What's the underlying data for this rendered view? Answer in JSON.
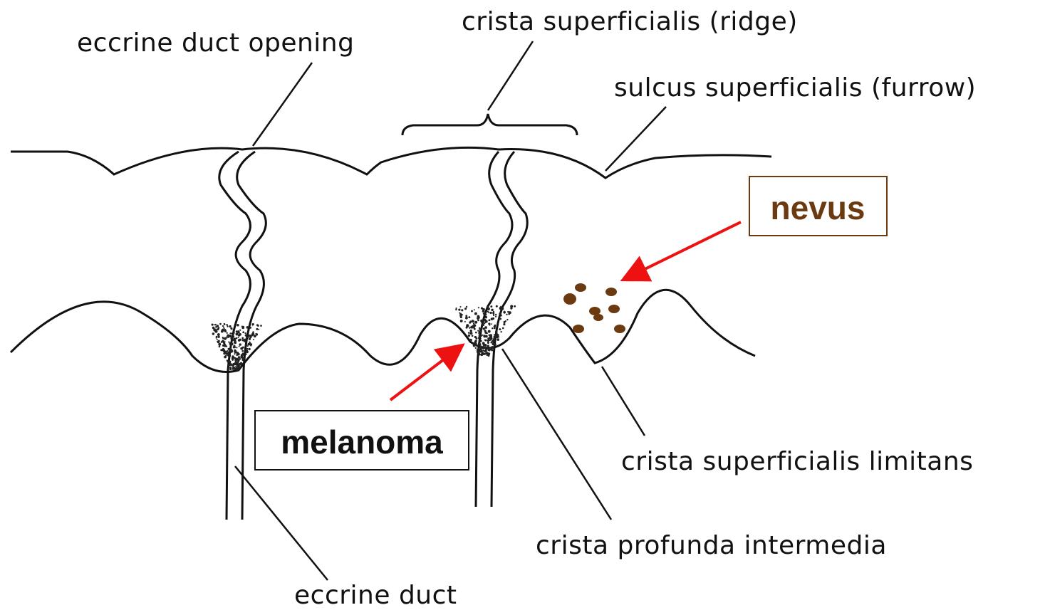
{
  "labels": {
    "crista_superficialis": "crista superficialis (ridge)",
    "eccrine_duct_opening": "eccrine duct opening",
    "sulcus_superficialis": "sulcus superficialis (furrow)",
    "crista_superficialis_limitans": "crista superficialis limitans",
    "crista_profunda_intermedia": "crista profunda intermedia",
    "eccrine_duct": "eccrine duct"
  },
  "callouts": {
    "nevus": "nevus",
    "melanoma": "melanoma"
  },
  "colors": {
    "line": "#111111",
    "arrow": "#ee1111",
    "nevus_text": "#6b3a10",
    "nevus_dots": "#6b3a10",
    "pigment": "#222222"
  }
}
